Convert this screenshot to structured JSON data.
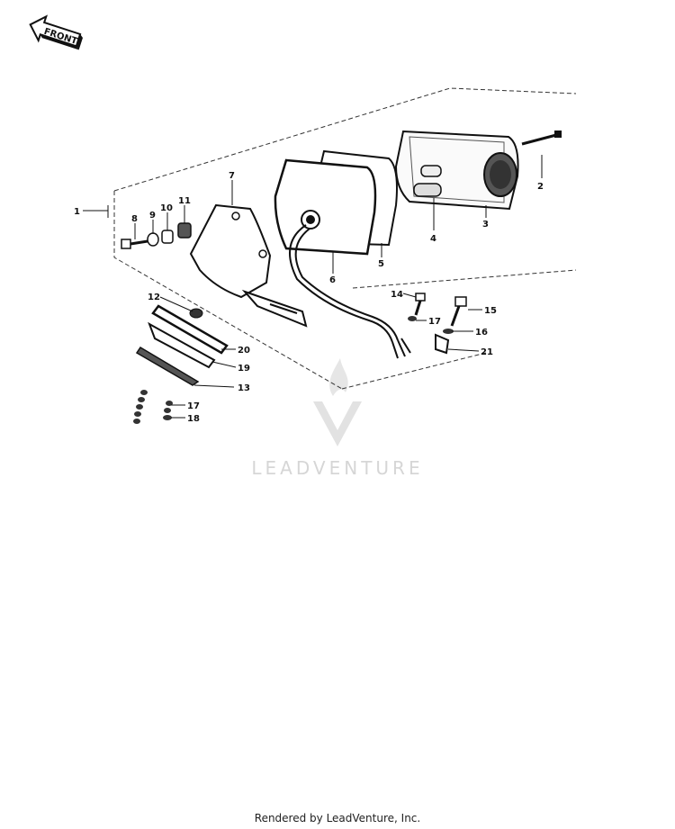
{
  "front_arrow": {
    "label": "FRONT"
  },
  "watermark": {
    "text": "LEADVENTURE"
  },
  "footer": {
    "text": "Rendered by LeadVenture, Inc."
  },
  "callouts": [
    {
      "id": "1",
      "label": "1"
    },
    {
      "id": "2",
      "label": "2"
    },
    {
      "id": "3",
      "label": "3"
    },
    {
      "id": "4",
      "label": "4"
    },
    {
      "id": "5",
      "label": "5"
    },
    {
      "id": "6",
      "label": "6"
    },
    {
      "id": "7",
      "label": "7"
    },
    {
      "id": "8",
      "label": "8"
    },
    {
      "id": "9",
      "label": "9"
    },
    {
      "id": "10",
      "label": "10"
    },
    {
      "id": "11",
      "label": "11"
    },
    {
      "id": "12",
      "label": "12"
    },
    {
      "id": "13",
      "label": "13"
    },
    {
      "id": "14",
      "label": "14"
    },
    {
      "id": "15",
      "label": "15"
    },
    {
      "id": "16",
      "label": "16"
    },
    {
      "id": "17a",
      "label": "17"
    },
    {
      "id": "17b",
      "label": "17"
    },
    {
      "id": "18",
      "label": "18"
    },
    {
      "id": "19",
      "label": "19"
    },
    {
      "id": "20",
      "label": "20"
    },
    {
      "id": "21",
      "label": "21"
    }
  ]
}
